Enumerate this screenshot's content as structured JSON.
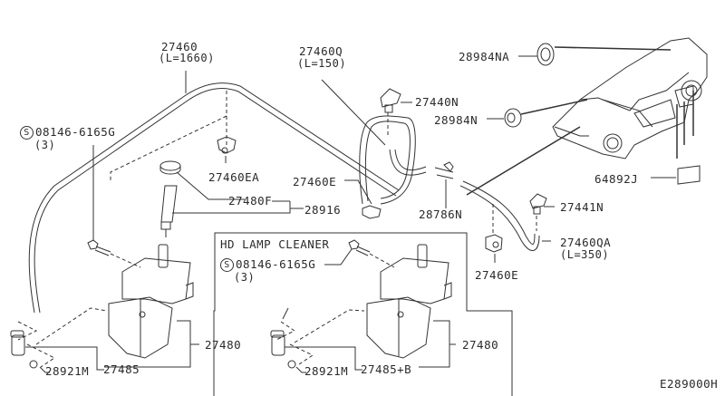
{
  "diagram_code": "E289000H",
  "box_title": "HD LAMP CLEANER",
  "labels": {
    "hose_main": {
      "part": "27460",
      "note": "(L=1660)"
    },
    "hose_q": {
      "part": "27460Q",
      "note": "(L=150)"
    },
    "grommet_na": {
      "part": "28984NA"
    },
    "nozzle_n": {
      "part": "27440N"
    },
    "grommet_n": {
      "part": "28984N"
    },
    "bolt_left": {
      "symbol": "S",
      "part": "08146-6165G",
      "note": "(3)"
    },
    "clip_ea": {
      "part": "27460EA"
    },
    "hose_e_upper": {
      "part": "27460E"
    },
    "cap": {
      "part": "27480F"
    },
    "inlet": {
      "part": "28916"
    },
    "connector": {
      "part": "28786N"
    },
    "nozzle_441n": {
      "part": "27441N"
    },
    "label_64892j": {
      "part": "64892J"
    },
    "hose_qa": {
      "part": "27460QA",
      "note": "(L=350)"
    },
    "clip_e_lower": {
      "part": "27460E"
    },
    "bolt_box": {
      "symbol": "S",
      "part": "08146-6165G",
      "note": "(3)"
    },
    "tank_left": {
      "part": "27480"
    },
    "tank_right": {
      "part": "27480"
    },
    "pump_left": {
      "part": "28921M"
    },
    "assy_left": {
      "part": "27485"
    },
    "pump_right": {
      "part": "28921M"
    },
    "assy_right": {
      "part": "27485+B"
    }
  }
}
